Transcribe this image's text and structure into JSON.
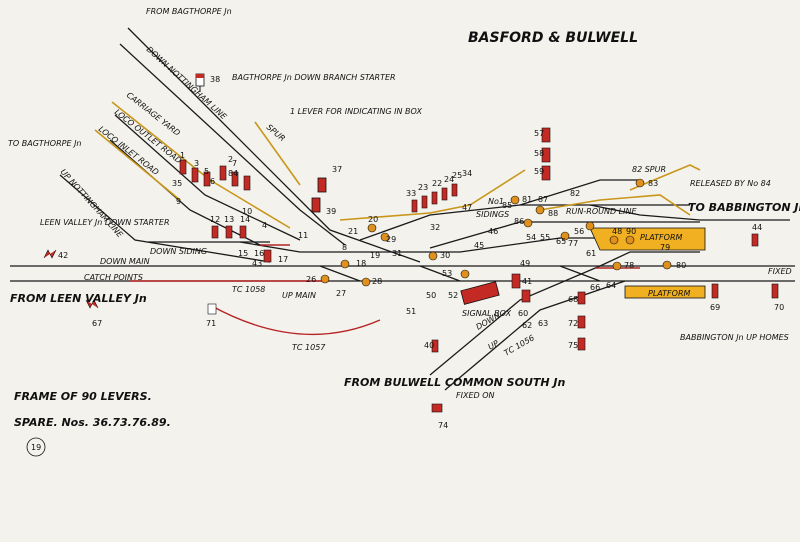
{
  "title": "BASFORD & BULWELL",
  "labels": {
    "from_bagthorpe": "FROM BAGTHORPE Jn",
    "down_nottingham_line": "DOWN NOTTINGHAM LINE",
    "carriage_yard": "CARRIAGE YARD",
    "loco_outlet_road": "LOCO OUTLET ROAD",
    "loco_inlet_road": "LOCO INLET ROAD",
    "up_nottingham_line": "UP NOTTINGHAM LINE",
    "to_bagthorpe": "TO BAGTHORPE Jn",
    "bagthorpe_down_branch_starter": "BAGTHORPE Jn DOWN BRANCH STARTER",
    "lever_indicating": "1 LEVER FOR INDICATING IN BOX",
    "spur_upper": "SPUR",
    "spur_right": "82 SPUR",
    "released_by_84": "RELEASED BY No 84",
    "to_babbington": "TO BABBINGTON Jn",
    "leen_valley_down_starter": "LEEN VALLEY Jn DOWN STARTER",
    "down_siding": "DOWN SIDING",
    "down_main": "DOWN MAIN",
    "catch_points": "CATCH POINTS",
    "tc_1058": "TC 1058",
    "up_main": "UP MAIN",
    "tc_1057": "TC 1057",
    "tc_1056": "TC 1056",
    "from_leen_valley": "FROM LEEN VALLEY Jn",
    "no1": "No1",
    "sidings": "SIDINGS",
    "run_round_line": "RUN-ROUND LINE",
    "platform_upper": "PLATFORM",
    "platform_lower": "PLATFORM",
    "signal_box": "SIGNAL BOX",
    "down": "DOWN",
    "up": "UP",
    "fixed_top": "FIXED",
    "fixed_on": "FIXED ON",
    "babbington_up_homes": "BABBINGTON Jn UP HOMES",
    "from_bulwell_common": "FROM BULWELL COMMON SOUTH Jn",
    "frame_levers": "FRAME OF 90 LEVERS.",
    "spare_nos": "SPARE. Nos. 36.73.76.89.",
    "sheet_no": "19"
  },
  "levers": [
    "1",
    "2",
    "3",
    "4",
    "5",
    "6",
    "7",
    "8",
    "9",
    "10",
    "11",
    "12",
    "13",
    "14",
    "15",
    "16",
    "17",
    "18",
    "19",
    "20",
    "21",
    "22",
    "23",
    "24",
    "25",
    "26",
    "27",
    "28",
    "29",
    "30",
    "31",
    "32",
    "33",
    "34",
    "35",
    "37",
    "38",
    "39",
    "40",
    "41",
    "42",
    "43",
    "44",
    "45",
    "46",
    "47",
    "48",
    "49",
    "50",
    "51",
    "52",
    "53",
    "54",
    "55",
    "56",
    "57",
    "58",
    "59",
    "60",
    "61",
    "62",
    "63",
    "64",
    "65",
    "66",
    "67",
    "68",
    "69",
    "70",
    "71",
    "72",
    "74",
    "75",
    "77",
    "78",
    "79",
    "80",
    "81",
    "82",
    "83",
    "84",
    "85",
    "86",
    "87",
    "88",
    "90"
  ],
  "colors": {
    "paper": "#f3f2ec",
    "track": "#1a1a1a",
    "siding": "#c9961a",
    "track_circuit": "#b52424",
    "signal_red": "#c42a24",
    "disc_amber": "#e0901c",
    "platform": "#f0b021"
  }
}
